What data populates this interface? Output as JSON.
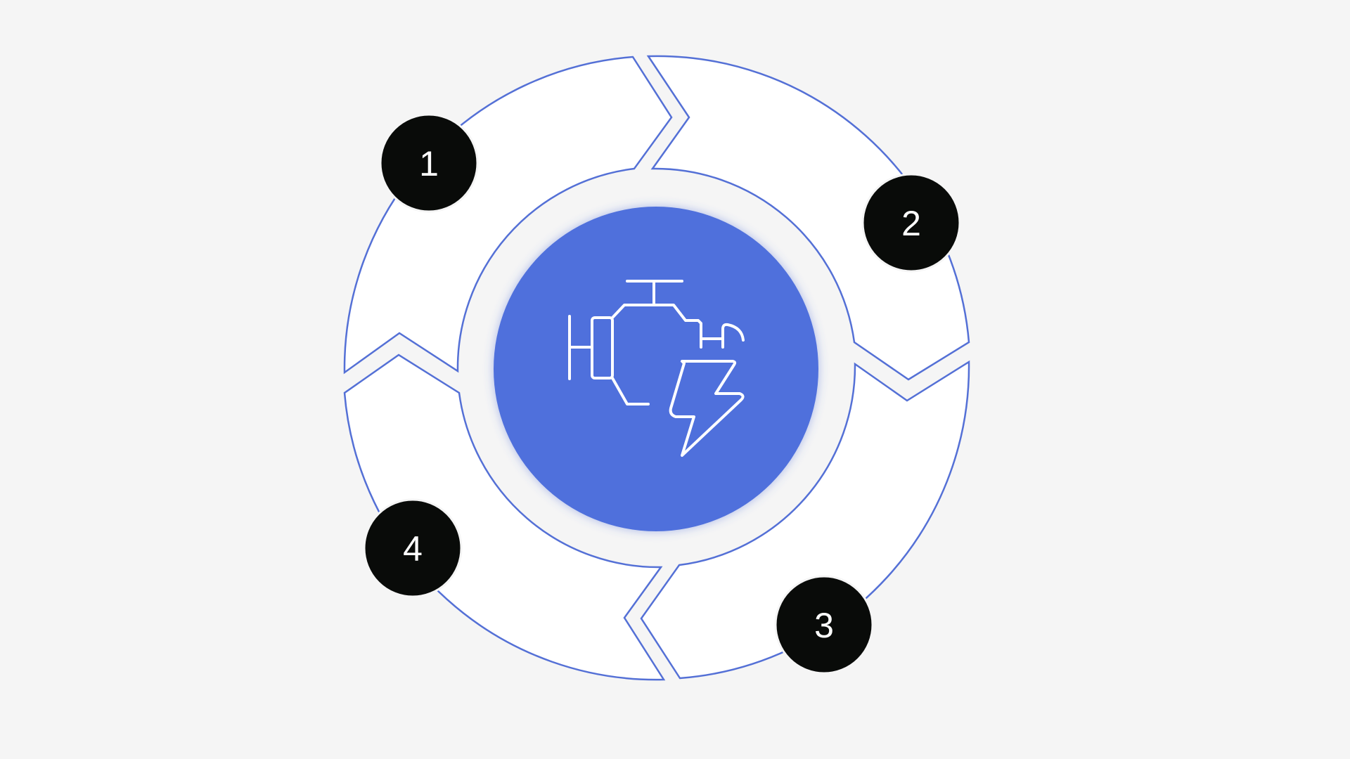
{
  "diagram": {
    "colors": {
      "background": "#f5f5f5",
      "segment_fill": "#ffffff",
      "segment_stroke": "#5470d6",
      "hub_fill": "#5070dc",
      "badge_fill": "#090b09",
      "badge_text": "#ffffff"
    },
    "center_icon": "pipe-valve-lightning-icon",
    "steps": [
      {
        "number": "1"
      },
      {
        "number": "2"
      },
      {
        "number": "3"
      },
      {
        "number": "4"
      }
    ]
  }
}
